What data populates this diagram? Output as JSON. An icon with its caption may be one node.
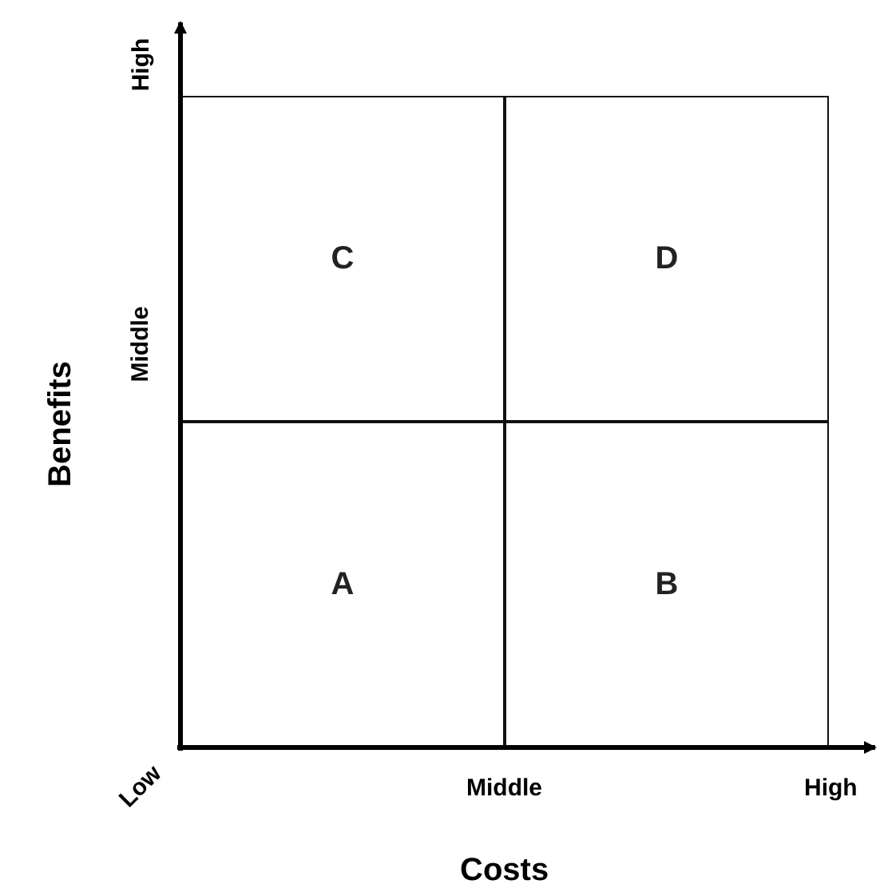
{
  "diagram": {
    "nodes": [
      {
        "text": [
          "C"
        ]
      },
      {
        "text": [
          "D"
        ]
      },
      {
        "text": [
          "A"
        ]
      },
      {
        "text": [
          "B"
        ]
      }
    ],
    "labels": [
      "High",
      "Middle",
      "Benefits",
      "Low",
      "Middle",
      "High",
      "Costs"
    ]
  }
}
